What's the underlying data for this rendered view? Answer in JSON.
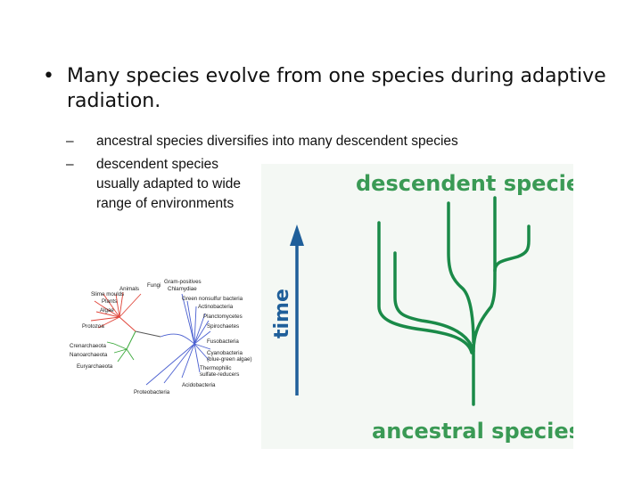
{
  "main_bullet": {
    "marker": "•",
    "text": "Many species evolve from one species during adaptive radiation."
  },
  "sub_bullets": [
    {
      "marker": "–",
      "text": "ancestral species diversifies into many descendent species"
    },
    {
      "marker": "–",
      "text": "descendent species usually adapted to wide range of environments"
    }
  ],
  "tree_figure": {
    "labels": {
      "animals": "Animals",
      "fungi": "Fungi",
      "slime_moulds": "Slime moulds",
      "plants": "Plants",
      "algae": "Algae",
      "protozoa": "Protozoa",
      "crenarchaeota": "Crenarchaeota",
      "nanoarchaeota": "Nanoarchaeota",
      "euryarchaeota": "Euryarchaeota",
      "gram_positives": "Gram-positives",
      "chlamydiae": "Chlamydiae",
      "green_nonsulfur": "Green nonsulfur bacteria",
      "actinobacteria": "Actinobacteria",
      "planctomycetes": "Planctomycetes",
      "spirochaetes": "Spirochaetes",
      "fusobacteria": "Fusobacteria",
      "cyanobacteria": "Cyanobacteria",
      "cyanobacteria_sub": "(blue-green algae)",
      "thermophilic": "Thermophilic",
      "thermophilic_sub": "sulfate-reducers",
      "acidobacteria": "Acidobacteria",
      "proteobacteria": "Proteobacteria"
    },
    "colors": {
      "eukaryotes": "#e0453a",
      "archaea": "#3aa83a",
      "bacteria": "#4a5fd0"
    }
  },
  "evolution_figure": {
    "top_label": "descendent species",
    "bottom_label": "ancestral species",
    "axis_label": "time",
    "colors": {
      "branch": "#1a8a48",
      "label": "#3a9a55",
      "arrow": "#1f5f9a",
      "background": "#f4f8f4"
    }
  }
}
